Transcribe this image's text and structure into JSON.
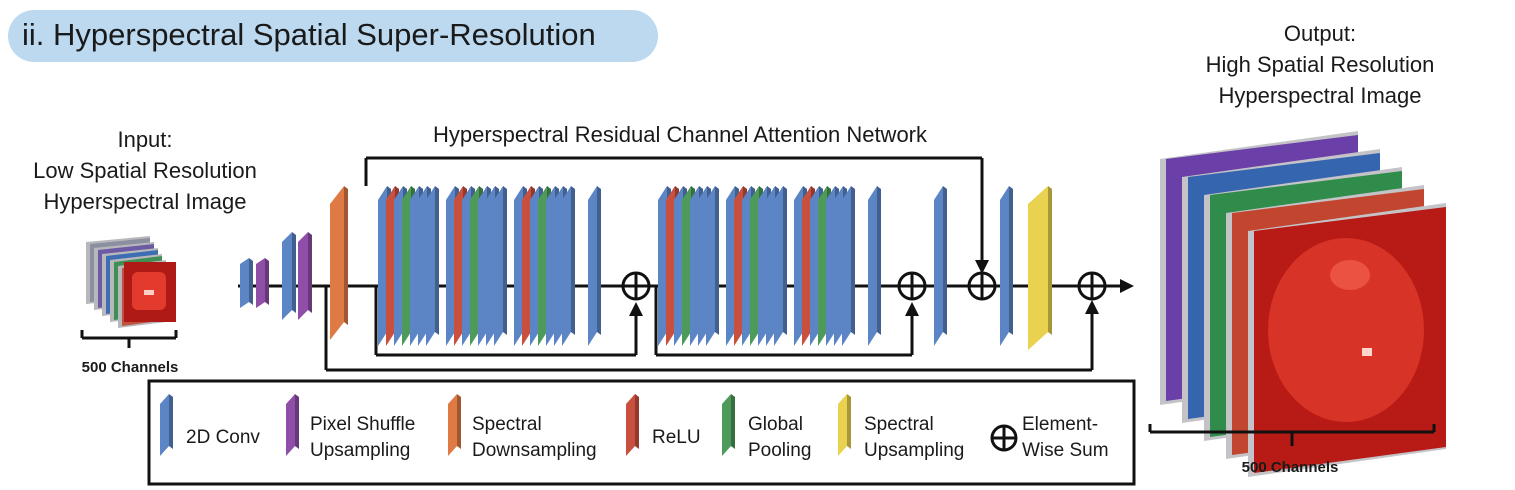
{
  "title": "ii. Hyperspectral Spatial Super-Resolution",
  "input": {
    "label_lines": [
      "Input:",
      "Low Spatial Resolution",
      "Hyperspectral Image"
    ],
    "channels": "500 Channels"
  },
  "output": {
    "label_lines": [
      "Output:",
      "High Spatial Resolution",
      "Hyperspectral Image"
    ],
    "channels": "500 Channels"
  },
  "network": {
    "label": "Hyperspectral Residual Channel Attention Network"
  },
  "legend": {
    "conv": [
      "2D Conv"
    ],
    "pixel_shuffle": [
      "Pixel Shuffle",
      "Upsampling"
    ],
    "spectral_down": [
      "Spectral",
      "Downsampling"
    ],
    "relu": [
      "ReLU"
    ],
    "pooling": [
      "Global",
      "Pooling"
    ],
    "spectral_up": [
      "Spectral",
      "Upsampling"
    ],
    "sum": [
      "Element-",
      "Wise Sum"
    ]
  },
  "colors": {
    "conv": "#5b85c5",
    "pixel_shuffle": "#8f4fa8",
    "spectral_down": "#e07a45",
    "relu": "#c9503e",
    "pooling": "#4e9a5a",
    "spectral_up": "#e8d24f",
    "title_bg": "#bcd9f0"
  }
}
